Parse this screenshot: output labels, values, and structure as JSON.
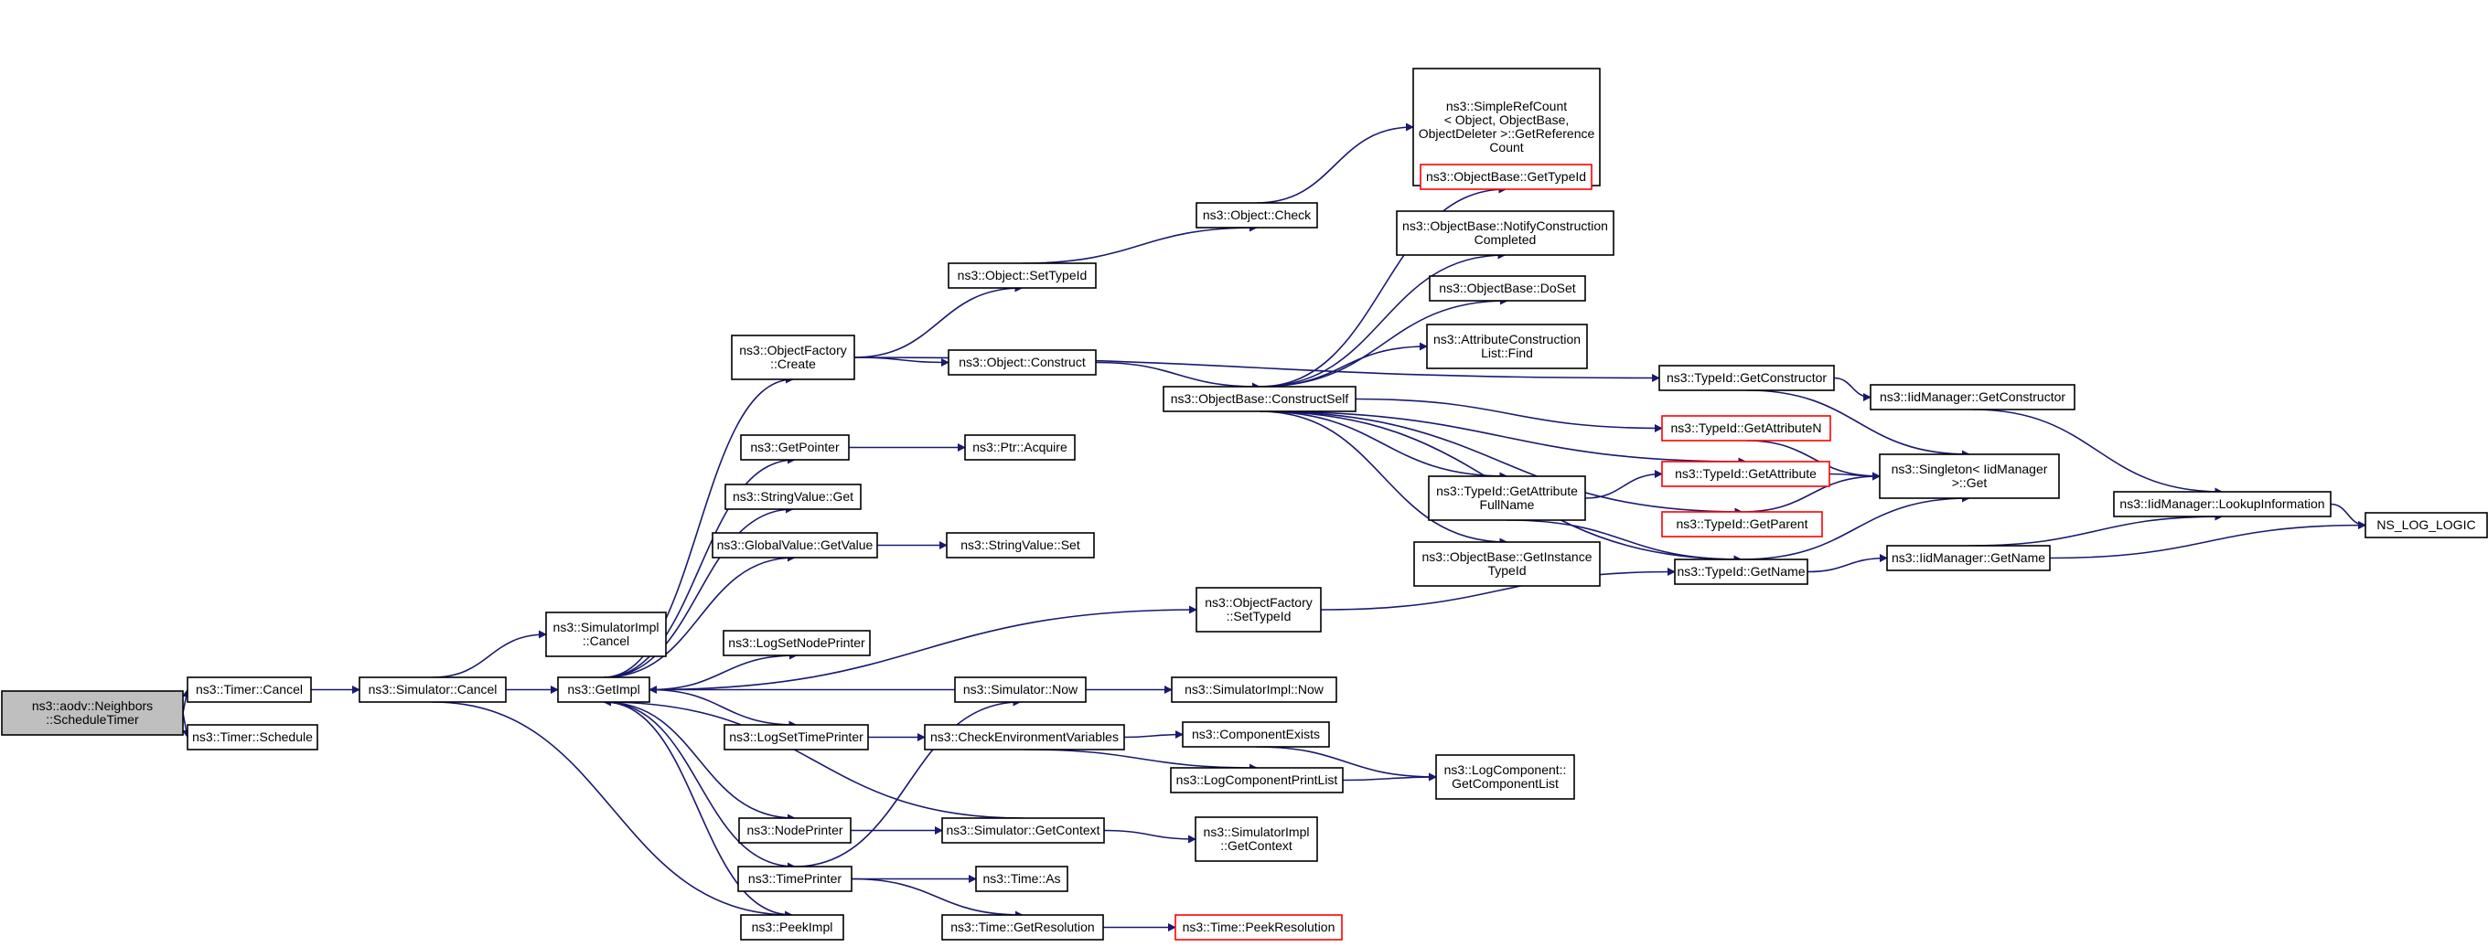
{
  "colors": {
    "edge": "#191970",
    "node_border": "#000000",
    "node_border_incomplete": "#ff0000",
    "root_fill": "#bfbfbf"
  },
  "nodes": [
    {
      "id": "root",
      "lines": [
        "ns3::aodv::Neighbors",
        "::ScheduleTimer"
      ],
      "style": "root"
    },
    {
      "id": "timer_cancel",
      "lines": [
        "ns3::Timer::Cancel"
      ]
    },
    {
      "id": "timer_schedule",
      "lines": [
        "ns3::Timer::Schedule"
      ]
    },
    {
      "id": "sim_cancel",
      "lines": [
        "ns3::Simulator::Cancel"
      ]
    },
    {
      "id": "simimpl_cancel",
      "lines": [
        "ns3::SimulatorImpl",
        "::Cancel"
      ]
    },
    {
      "id": "getimpl",
      "lines": [
        "ns3::GetImpl"
      ]
    },
    {
      "id": "peekimpl",
      "lines": [
        "ns3::PeekImpl"
      ]
    },
    {
      "id": "of_create",
      "lines": [
        "ns3::ObjectFactory",
        "::Create"
      ]
    },
    {
      "id": "getpointer",
      "lines": [
        "ns3::GetPointer"
      ]
    },
    {
      "id": "strval_get",
      "lines": [
        "ns3::StringValue::Get"
      ]
    },
    {
      "id": "gv_getvalue",
      "lines": [
        "ns3::GlobalValue::GetValue"
      ]
    },
    {
      "id": "logsetnode",
      "lines": [
        "ns3::LogSetNodePrinter"
      ]
    },
    {
      "id": "logsettime",
      "lines": [
        "ns3::LogSetTimePrinter"
      ]
    },
    {
      "id": "nodeprinter",
      "lines": [
        "ns3::NodePrinter"
      ]
    },
    {
      "id": "timeprinter",
      "lines": [
        "ns3::TimePrinter"
      ]
    },
    {
      "id": "obj_settypeid",
      "lines": [
        "ns3::Object::SetTypeId"
      ]
    },
    {
      "id": "obj_construct",
      "lines": [
        "ns3::Object::Construct"
      ]
    },
    {
      "id": "ptr_acquire",
      "lines": [
        "ns3::Ptr::Acquire"
      ]
    },
    {
      "id": "strval_set",
      "lines": [
        "ns3::StringValue::Set"
      ]
    },
    {
      "id": "sim_now",
      "lines": [
        "ns3::Simulator::Now"
      ]
    },
    {
      "id": "checkenv",
      "lines": [
        "ns3::CheckEnvironmentVariables"
      ]
    },
    {
      "id": "sim_getctx",
      "lines": [
        "ns3::Simulator::GetContext"
      ]
    },
    {
      "id": "time_as",
      "lines": [
        "ns3::Time::As"
      ]
    },
    {
      "id": "time_getres",
      "lines": [
        "ns3::Time::GetResolution"
      ]
    },
    {
      "id": "obj_check",
      "lines": [
        "ns3::Object::Check"
      ]
    },
    {
      "id": "ob_constructself",
      "lines": [
        "ns3::ObjectBase::ConstructSelf"
      ]
    },
    {
      "id": "of_settypeid",
      "lines": [
        "ns3::ObjectFactory",
        "::SetTypeId"
      ]
    },
    {
      "id": "simimpl_now",
      "lines": [
        "ns3::SimulatorImpl::Now"
      ]
    },
    {
      "id": "compexists",
      "lines": [
        "ns3::ComponentExists"
      ]
    },
    {
      "id": "logcompprintlist",
      "lines": [
        "ns3::LogComponentPrintList"
      ]
    },
    {
      "id": "simimpl_getctx",
      "lines": [
        "ns3::SimulatorImpl",
        "::GetContext"
      ]
    },
    {
      "id": "time_peekres",
      "lines": [
        "ns3::Time::PeekResolution"
      ],
      "style": "red"
    },
    {
      "id": "simplerefcount",
      "lines": [
        "ns3::SimpleRefCount",
        "< Object, ObjectBase,",
        "ObjectDeleter >::GetReference",
        "Count"
      ]
    },
    {
      "id": "ob_gettypeid",
      "lines": [
        "ns3::ObjectBase::GetTypeId"
      ],
      "style": "red"
    },
    {
      "id": "ob_notify",
      "lines": [
        "ns3::ObjectBase::NotifyConstruction",
        "Completed"
      ]
    },
    {
      "id": "ob_doset",
      "lines": [
        "ns3::ObjectBase::DoSet"
      ]
    },
    {
      "id": "acl_find",
      "lines": [
        "ns3::AttributeConstruction",
        "List::Find"
      ]
    },
    {
      "id": "tid_getattrfullname",
      "lines": [
        "ns3::TypeId::GetAttribute",
        "FullName"
      ]
    },
    {
      "id": "ob_getinstancetid",
      "lines": [
        "ns3::ObjectBase::GetInstance",
        "TypeId"
      ]
    },
    {
      "id": "logcomp_getlist",
      "lines": [
        "ns3::LogComponent::",
        "GetComponentList"
      ]
    },
    {
      "id": "tid_getconstructor",
      "lines": [
        "ns3::TypeId::GetConstructor"
      ]
    },
    {
      "id": "tid_getattrn",
      "lines": [
        "ns3::TypeId::GetAttributeN"
      ],
      "style": "red"
    },
    {
      "id": "tid_getattr",
      "lines": [
        "ns3::TypeId::GetAttribute"
      ],
      "style": "red"
    },
    {
      "id": "tid_getparent",
      "lines": [
        "ns3::TypeId::GetParent"
      ],
      "style": "red"
    },
    {
      "id": "tid_getname",
      "lines": [
        "ns3::TypeId::GetName"
      ]
    },
    {
      "id": "iid_getconstructor",
      "lines": [
        "ns3::IidManager::GetConstructor"
      ]
    },
    {
      "id": "singleton_get",
      "lines": [
        "ns3::Singleton< IidManager",
        ">::Get"
      ]
    },
    {
      "id": "iid_getname",
      "lines": [
        "ns3::IidManager::GetName"
      ]
    },
    {
      "id": "iid_lookup",
      "lines": [
        "ns3::IidManager::LookupInformation"
      ]
    },
    {
      "id": "ns_log_logic",
      "lines": [
        "NS_LOG_LOGIC"
      ]
    }
  ],
  "edges": [
    [
      "root",
      "timer_cancel"
    ],
    [
      "root",
      "timer_schedule"
    ],
    [
      "timer_cancel",
      "sim_cancel"
    ],
    [
      "sim_cancel",
      "simimpl_cancel"
    ],
    [
      "sim_cancel",
      "getimpl"
    ],
    [
      "sim_cancel",
      "peekimpl"
    ],
    [
      "getimpl",
      "of_create"
    ],
    [
      "getimpl",
      "getpointer"
    ],
    [
      "getimpl",
      "strval_get"
    ],
    [
      "getimpl",
      "gv_getvalue"
    ],
    [
      "getimpl",
      "of_settypeid"
    ],
    [
      "getimpl",
      "logsetnode"
    ],
    [
      "getimpl",
      "logsettime"
    ],
    [
      "getimpl",
      "nodeprinter"
    ],
    [
      "getimpl",
      "timeprinter"
    ],
    [
      "getimpl",
      "peekimpl"
    ],
    [
      "sim_now",
      "getimpl"
    ],
    [
      "sim_getctx",
      "getimpl"
    ],
    [
      "of_create",
      "obj_settypeid"
    ],
    [
      "of_create",
      "obj_construct"
    ],
    [
      "of_create",
      "tid_getconstructor"
    ],
    [
      "getpointer",
      "ptr_acquire"
    ],
    [
      "gv_getvalue",
      "strval_set"
    ],
    [
      "logsettime",
      "checkenv"
    ],
    [
      "nodeprinter",
      "sim_getctx"
    ],
    [
      "timeprinter",
      "sim_now"
    ],
    [
      "timeprinter",
      "time_as"
    ],
    [
      "timeprinter",
      "time_getres"
    ],
    [
      "obj_settypeid",
      "obj_check"
    ],
    [
      "obj_check",
      "simplerefcount"
    ],
    [
      "obj_construct",
      "ob_constructself"
    ],
    [
      "sim_now",
      "simimpl_now"
    ],
    [
      "checkenv",
      "compexists"
    ],
    [
      "checkenv",
      "logcompprintlist"
    ],
    [
      "sim_getctx",
      "simimpl_getctx"
    ],
    [
      "time_getres",
      "time_peekres"
    ],
    [
      "ob_constructself",
      "ob_gettypeid"
    ],
    [
      "ob_constructself",
      "ob_notify"
    ],
    [
      "ob_constructself",
      "ob_doset"
    ],
    [
      "ob_constructself",
      "acl_find"
    ],
    [
      "ob_constructself",
      "tid_getattrfullname"
    ],
    [
      "ob_constructself",
      "ob_getinstancetid"
    ],
    [
      "ob_constructself",
      "tid_getattrn"
    ],
    [
      "ob_constructself",
      "tid_getattr"
    ],
    [
      "ob_constructself",
      "tid_getparent"
    ],
    [
      "ob_constructself",
      "tid_getname"
    ],
    [
      "of_settypeid",
      "tid_getname"
    ],
    [
      "compexists",
      "logcomp_getlist"
    ],
    [
      "logcompprintlist",
      "logcomp_getlist"
    ],
    [
      "tid_getattrfullname",
      "tid_getattr"
    ],
    [
      "tid_getattrfullname",
      "tid_getname"
    ],
    [
      "tid_getconstructor",
      "iid_getconstructor"
    ],
    [
      "tid_getconstructor",
      "singleton_get"
    ],
    [
      "tid_getattrn",
      "singleton_get"
    ],
    [
      "tid_getattr",
      "singleton_get"
    ],
    [
      "tid_getparent",
      "singleton_get"
    ],
    [
      "tid_getname",
      "singleton_get"
    ],
    [
      "tid_getname",
      "iid_getname"
    ],
    [
      "iid_getconstructor",
      "iid_lookup"
    ],
    [
      "iid_getname",
      "iid_lookup"
    ],
    [
      "iid_getname",
      "ns_log_logic"
    ],
    [
      "iid_lookup",
      "ns_log_logic"
    ]
  ]
}
